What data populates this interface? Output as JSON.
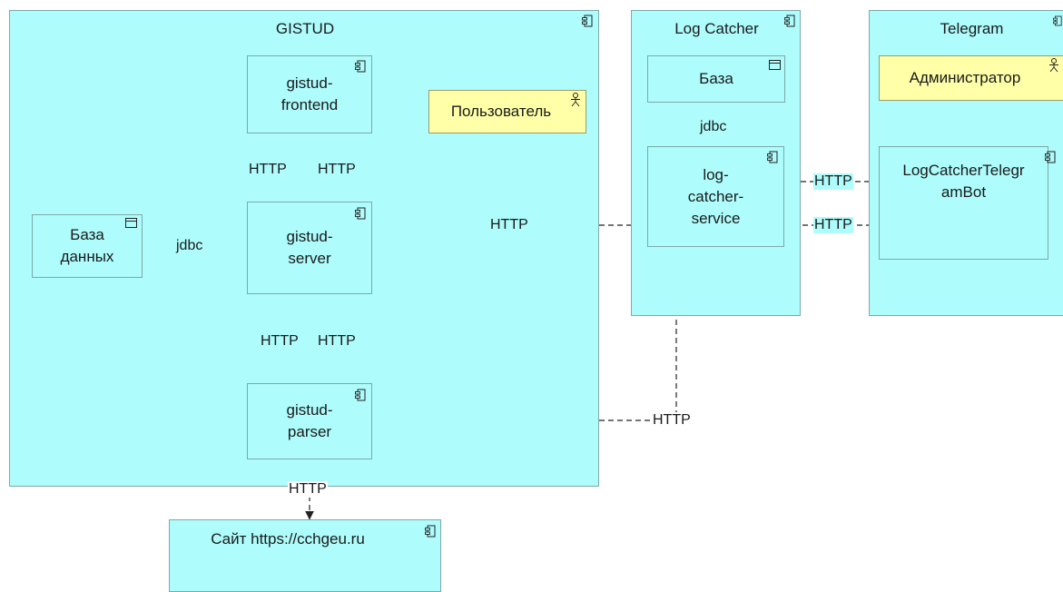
{
  "nodes": {
    "gistud": "GISTUD",
    "log_catcher": "Log Catcher",
    "telegram": "Telegram",
    "site": "Сайт https://cchgeu.ru"
  },
  "components": {
    "frontend": [
      "gistud-",
      "frontend"
    ],
    "server": [
      "gistud-",
      "server"
    ],
    "parser": [
      "gistud-",
      "parser"
    ],
    "database": [
      "База",
      "данных"
    ],
    "log_db": "База",
    "log_service": [
      "log-",
      "catcher-",
      "service"
    ],
    "bot": [
      "LogCatcherTelegr",
      "amBot"
    ]
  },
  "actors": {
    "user": "Пользователь",
    "admin": "Администратор"
  },
  "edge_labels": {
    "fe_to_srv": "HTTP",
    "srv_to_fe": "HTTP",
    "db_link": "jdbc",
    "srv_to_log": "HTTP",
    "srv_to_parser": "HTTP",
    "parser_to_srv": "HTTP",
    "parser_to_log": "HTTP",
    "parser_to_site": "HTTP",
    "log_jdbc": "jdbc",
    "bot_to_log": "HTTP",
    "log_to_bot": "HTTP"
  },
  "icons": [
    "component-icon",
    "database-icon",
    "actor-icon"
  ]
}
